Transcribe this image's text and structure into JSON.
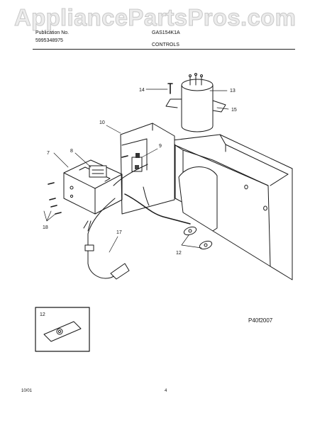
{
  "watermark": "AppliancePartsPros.com",
  "header": {
    "publication_label": "Publication No.",
    "publication_number": "5995348975",
    "model": "GAS154K1A",
    "section_title": "CONTROLS"
  },
  "callouts": [
    "14",
    "13",
    "15",
    "10",
    "7",
    "8",
    "9",
    "18",
    "17",
    "12",
    "12"
  ],
  "drawing_code": "P40f2007",
  "footer": {
    "date": "10/01",
    "page": "4"
  }
}
